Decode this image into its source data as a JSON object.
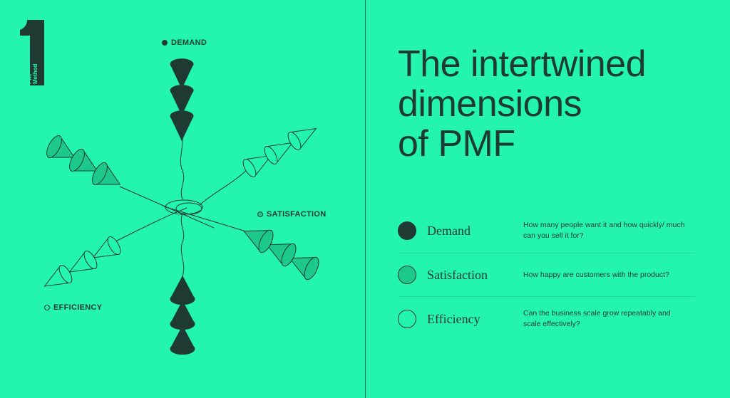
{
  "logo": {
    "numeral": "1",
    "text": "PMF Method"
  },
  "title": "The intertwined dimensions of PMF",
  "title_lines": [
    "The intertwined",
    "dimensions",
    "of PMF"
  ],
  "colors": {
    "background": "#23f4ae",
    "dark": "#1f3a33",
    "satisfaction": "#1cc98a",
    "efficiency": "transparent"
  },
  "diagram": {
    "labels": {
      "demand": "DEMAND",
      "satisfaction": "SATISFACTION",
      "efficiency": "EFFICIENCY"
    }
  },
  "dimensions": [
    {
      "name": "Demand",
      "description": "How many people want it and how quickly/ much can you sell it for?",
      "fill": "#1f3a33"
    },
    {
      "name": "Satisfaction",
      "description": "How happy are customers with the product?",
      "fill": "#1cc98a"
    },
    {
      "name": "Efficiency",
      "description": "Can the business scale grow repeatably and scale effectively?",
      "fill": "transparent"
    }
  ]
}
